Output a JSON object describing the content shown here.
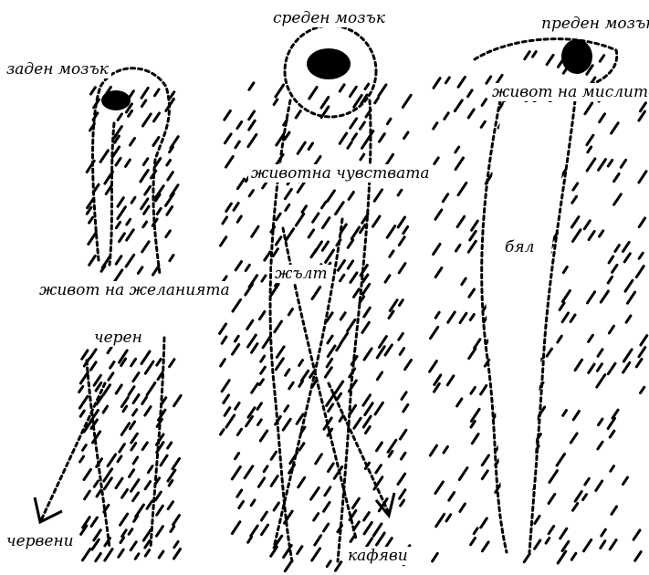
{
  "labels": {
    "hindbrain": "заден мозък",
    "midbrain": "среден мозък",
    "forebrain": "преден мозък",
    "life_of_thoughts": "живот на мислите",
    "animal_feelings": "животна чувствата",
    "life_of_desires": "живот на желанията",
    "black": "черен",
    "yellow": "жълт",
    "white": "бял",
    "red": "червени",
    "brown": "кафяви"
  },
  "colors": {
    "ink": "#000000",
    "paper": "#ffffff"
  }
}
